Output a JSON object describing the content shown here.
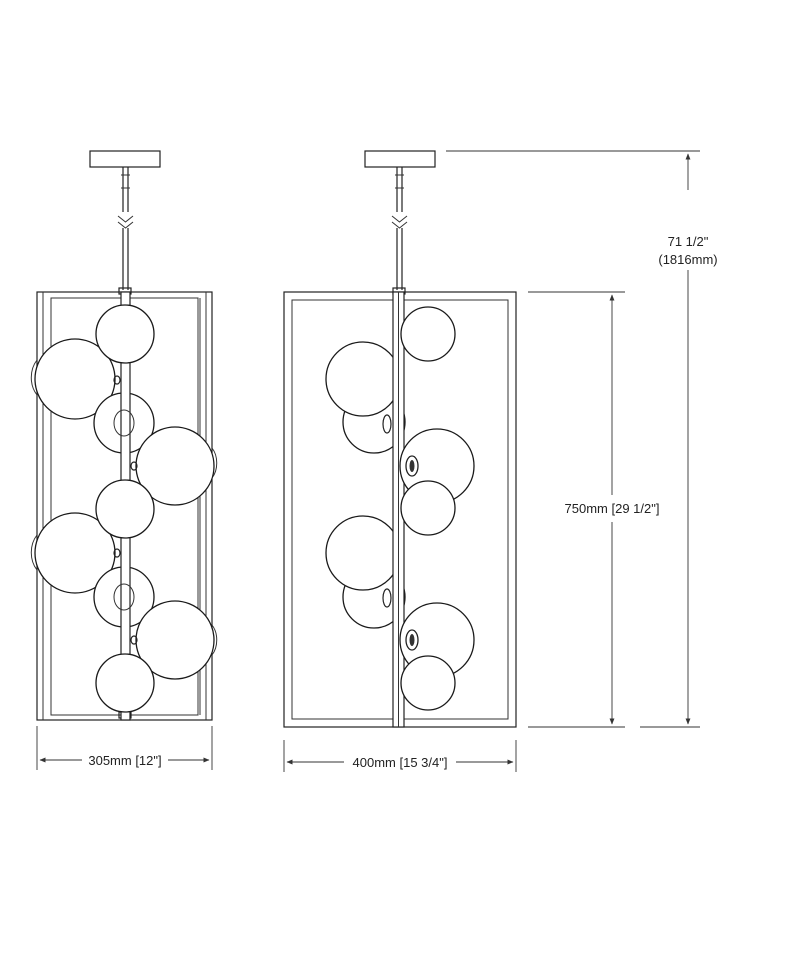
{
  "dimensions": {
    "width_front": "305mm [12\"]",
    "width_side": "400mm [15 3/4\"]",
    "body_height": "750mm [29 1/2\"]",
    "overall_height_in": "71 1/2\"",
    "overall_height_mm": "(1816mm)"
  },
  "colors": {
    "line": "#222222",
    "background": "#ffffff"
  }
}
